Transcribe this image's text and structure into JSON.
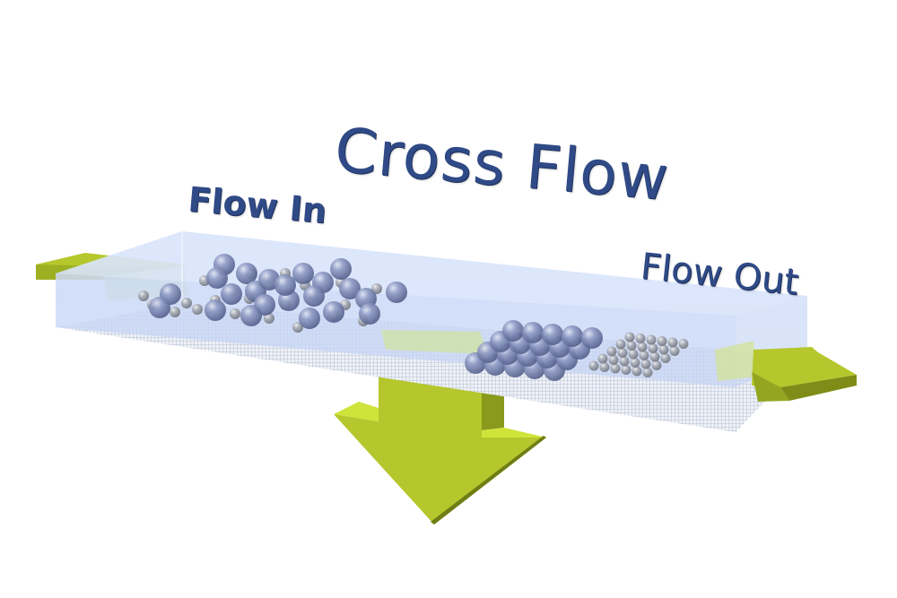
{
  "diagram": {
    "title": "Cross Flow",
    "labels": {
      "flow_in": "Flow In",
      "flow_out": "Flow Out"
    },
    "elements": [
      "inlet-arrow",
      "channel",
      "membrane",
      "particles",
      "outlet-arrow",
      "permeate-arrow"
    ],
    "colors": {
      "text": "#2f4a86",
      "arrow": "#b5c72c",
      "arrow_dark": "#8a9a1c",
      "channel": "#c9d8f7",
      "membrane": "#b9c3d6",
      "particle": "#7f8bb3",
      "small_particle": "#9a9ea8"
    }
  }
}
